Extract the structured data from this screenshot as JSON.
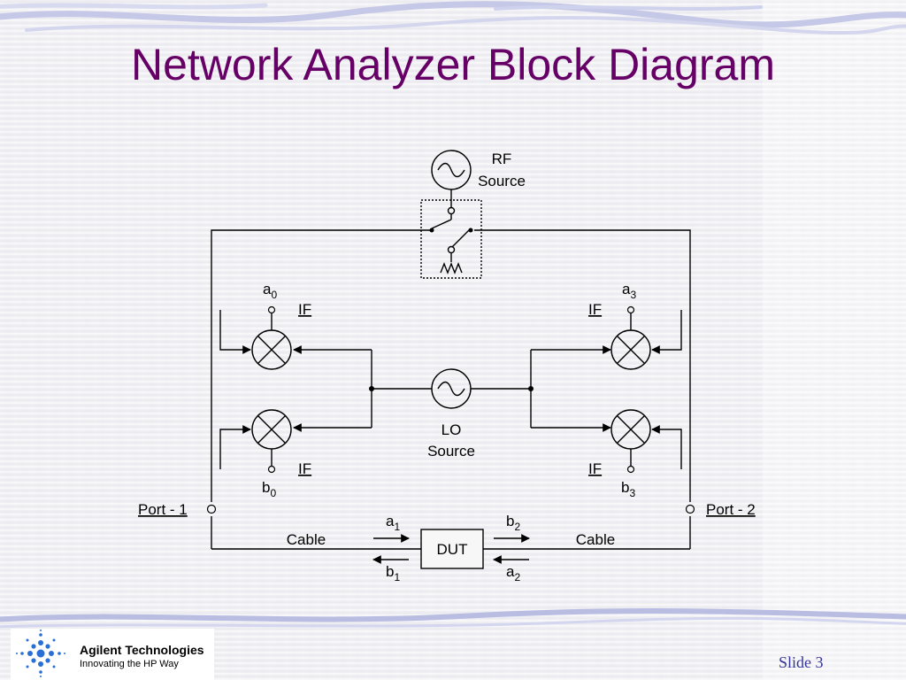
{
  "slide": {
    "title": "Network Analyzer Block Diagram",
    "slide_number": "Slide 3"
  },
  "diagram": {
    "rf_source": [
      "RF",
      "Source"
    ],
    "lo_source": [
      "LO",
      "Source"
    ],
    "receivers": [
      {
        "letter": "a",
        "index": "0"
      },
      {
        "letter": "b",
        "index": "0"
      },
      {
        "letter": "a",
        "index": "3"
      },
      {
        "letter": "b",
        "index": "3"
      }
    ],
    "if_label": "IF",
    "port1": "Port - 1",
    "port2": "Port - 2",
    "cable": "Cable",
    "dut": "DUT",
    "waves": [
      {
        "letter": "a",
        "index": "1"
      },
      {
        "letter": "b",
        "index": "1"
      },
      {
        "letter": "b",
        "index": "2"
      },
      {
        "letter": "a",
        "index": "2"
      }
    ]
  },
  "footer": {
    "brand": "Agilent Technologies",
    "tagline": "Innovating the HP Way"
  },
  "colors": {
    "title": "#660066",
    "slide_number": "#333399",
    "wave_stripe": "#c5c8e6",
    "logo_blue": "#2a6fd6"
  }
}
